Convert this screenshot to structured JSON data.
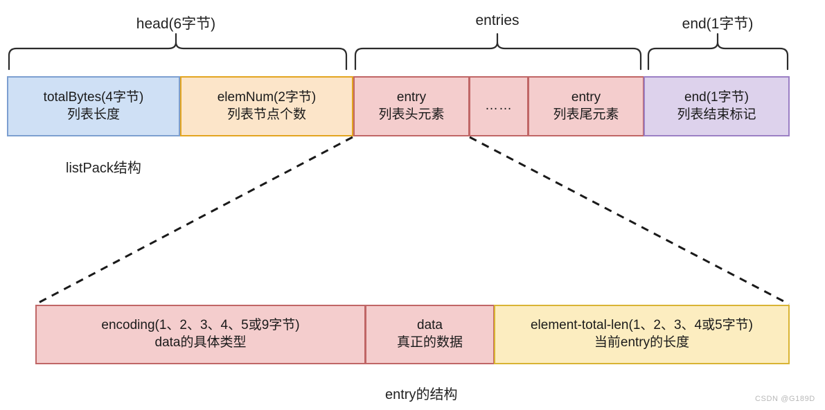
{
  "diagram": {
    "title_top": "listPack结构",
    "title_bottom": "entry的结构",
    "watermark": "CSDN @G189D"
  },
  "braces": [
    {
      "label": "head(6字节)",
      "name": "brace-head"
    },
    {
      "label": "entries",
      "name": "brace-entries"
    },
    {
      "label": "end(1字节)",
      "name": "brace-end"
    }
  ],
  "listpack": {
    "fields": [
      {
        "line1": "totalBytes(4字节)",
        "line2": "列表长度",
        "color": "#cfe0f5",
        "border": "#7c9fd0"
      },
      {
        "line1": "elemNum(2字节)",
        "line2": "列表节点个数",
        "color": "#fce5c9",
        "border": "#e3a520"
      },
      {
        "line1": "entry",
        "line2": "列表头元素",
        "color": "#f4cdcd",
        "border": "#c06666"
      },
      {
        "line1": "……",
        "line2": "",
        "color": "#f4cdcd",
        "border": "#c06666"
      },
      {
        "line1": "entry",
        "line2": "列表尾元素",
        "color": "#f4cdcd",
        "border": "#c06666"
      },
      {
        "line1": "end(1字节)",
        "line2": "列表结束标记",
        "color": "#ddd2ec",
        "border": "#9b7fc4"
      }
    ]
  },
  "entry": {
    "fields": [
      {
        "line1": "encoding(1、2、3、4、5或9字节)",
        "line2": "data的具体类型",
        "color": "#f4cdcd",
        "border": "#c06666"
      },
      {
        "line1": "data",
        "line2": "真正的数据",
        "color": "#f4cdcd",
        "border": "#c06666"
      },
      {
        "line1": "element-total-len(1、2、3、4或5字节)",
        "line2": "当前entry的长度",
        "color": "#fcedc0",
        "border": "#d9b434"
      }
    ]
  }
}
